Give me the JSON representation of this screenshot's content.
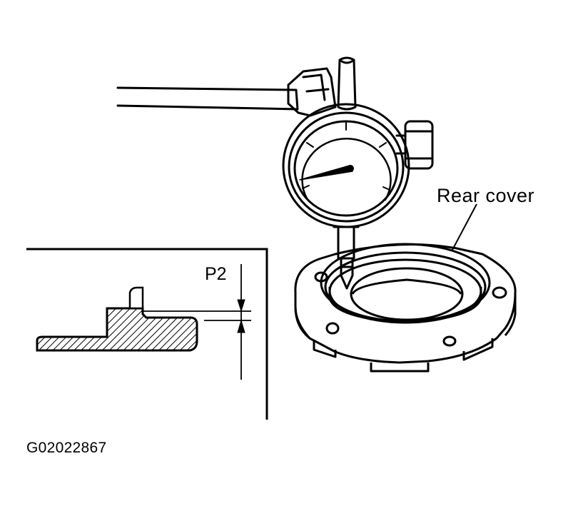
{
  "labels": {
    "rear_cover": "Rear cover",
    "p2": "P2",
    "figure_id": "G02022867"
  },
  "colors": {
    "ink": "#000000",
    "paper": "#ffffff"
  }
}
